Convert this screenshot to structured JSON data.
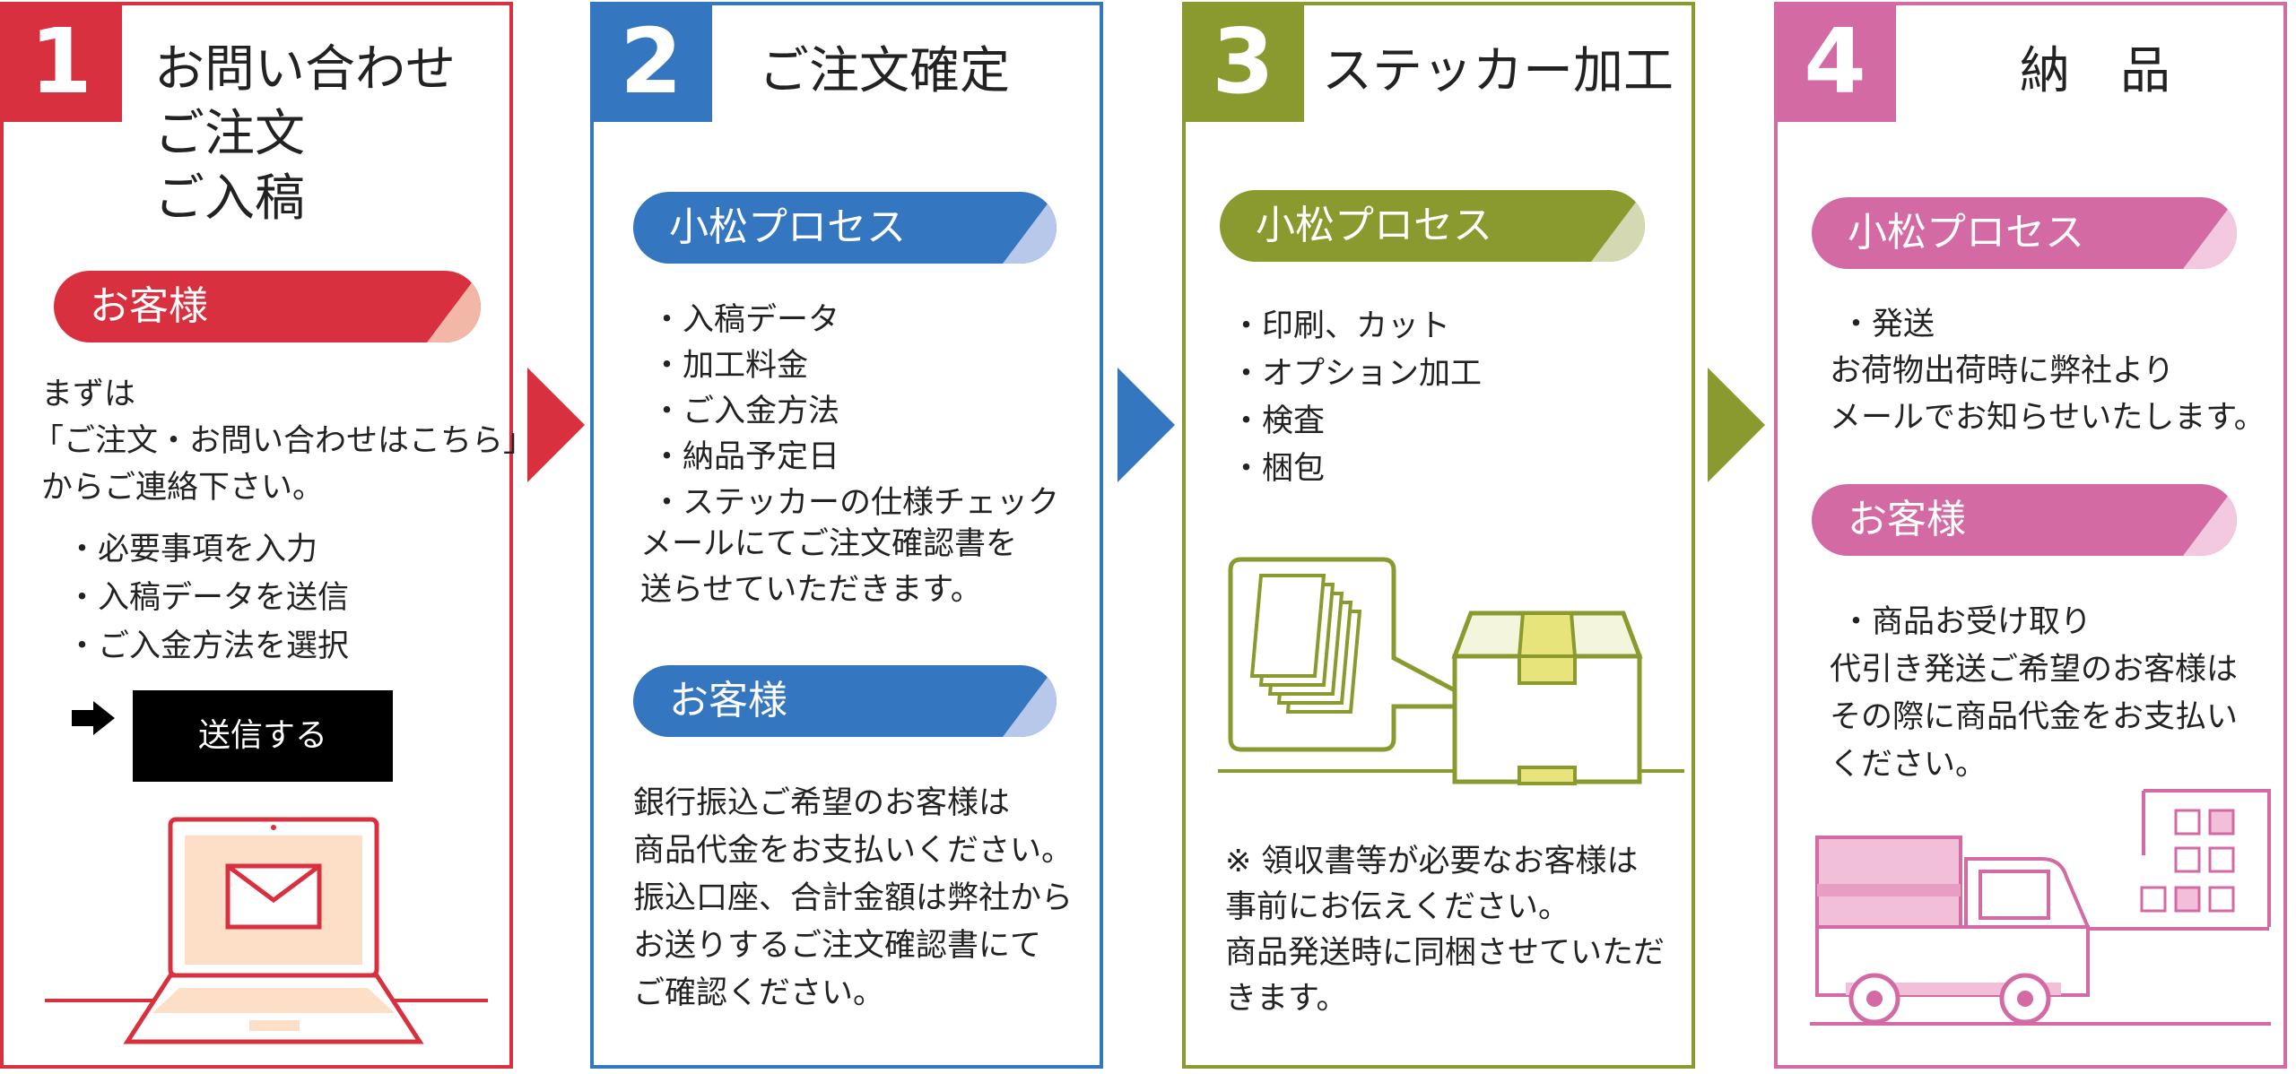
{
  "colors": {
    "red": "#d9303f",
    "blue": "#3476c0",
    "olive": "#8a9a2f",
    "pink": "#d36aa3"
  },
  "step1": {
    "number": "1",
    "title": [
      "お問い合わせ",
      "ご注文",
      "ご入稿"
    ],
    "pill": "お客様",
    "intro": [
      "まずは",
      "「ご注文・お問い合わせはこちら」",
      "からご連絡下さい。"
    ],
    "items": [
      "・必要事項を入力",
      "・入稿データを送信",
      "・ご入金方法を選択"
    ],
    "button": "送信する"
  },
  "step2": {
    "number": "2",
    "title": "ご注文確定",
    "pill1": "小松プロセス",
    "items": [
      "・入稿データ",
      "・加工料金",
      "・ご入金方法",
      "・納品予定日",
      "・ステッカーの仕様チェック"
    ],
    "note": [
      "メールにてご注文確認書を",
      "送らせていただきます。"
    ],
    "pill2": "お客様",
    "text": [
      "銀行振込ご希望のお客様は",
      "商品代金をお支払いください。",
      "振込口座、合計金額は弊社から",
      "お送りするご注文確認書にて",
      "ご確認ください。"
    ]
  },
  "step3": {
    "number": "3",
    "title": "ステッカー加工",
    "pill": "小松プロセス",
    "items": [
      "・印刷、カット",
      "・オプション加工",
      "・検査",
      "・梱包"
    ],
    "note": [
      "※ 領収書等が必要なお客様は",
      "事前にお伝えください。",
      "商品発送時に同梱させていただ",
      "きます。"
    ]
  },
  "step4": {
    "number": "4",
    "title": "納　品",
    "pill1": "小松プロセス",
    "text1": [
      "・発送",
      "お荷物出荷時に弊社より",
      "メールでお知らせいたします。"
    ],
    "pill2": "お客様",
    "text2": [
      "・商品お受け取り",
      "代引き発送ご希望のお客様は",
      "その際に商品代金をお支払い",
      "ください。"
    ]
  }
}
